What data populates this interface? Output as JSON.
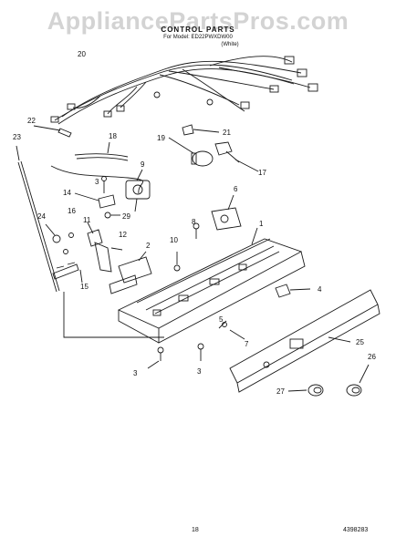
{
  "header": {
    "watermark": "AppliancePartsPros.com",
    "title": "CONTROL PARTS",
    "model": "For Model: ED22PWXDW00",
    "color": "(White)"
  },
  "callouts": [
    "20",
    "22",
    "23",
    "18",
    "21",
    "19",
    "17",
    "9",
    "3",
    "14",
    "29",
    "6",
    "24",
    "16",
    "11",
    "8",
    "12",
    "10",
    "2",
    "1",
    "15",
    "4",
    "5",
    "7",
    "3",
    "3",
    "25",
    "26",
    "27"
  ],
  "footer": {
    "page_number": "18",
    "diagram_code": "4398283"
  }
}
